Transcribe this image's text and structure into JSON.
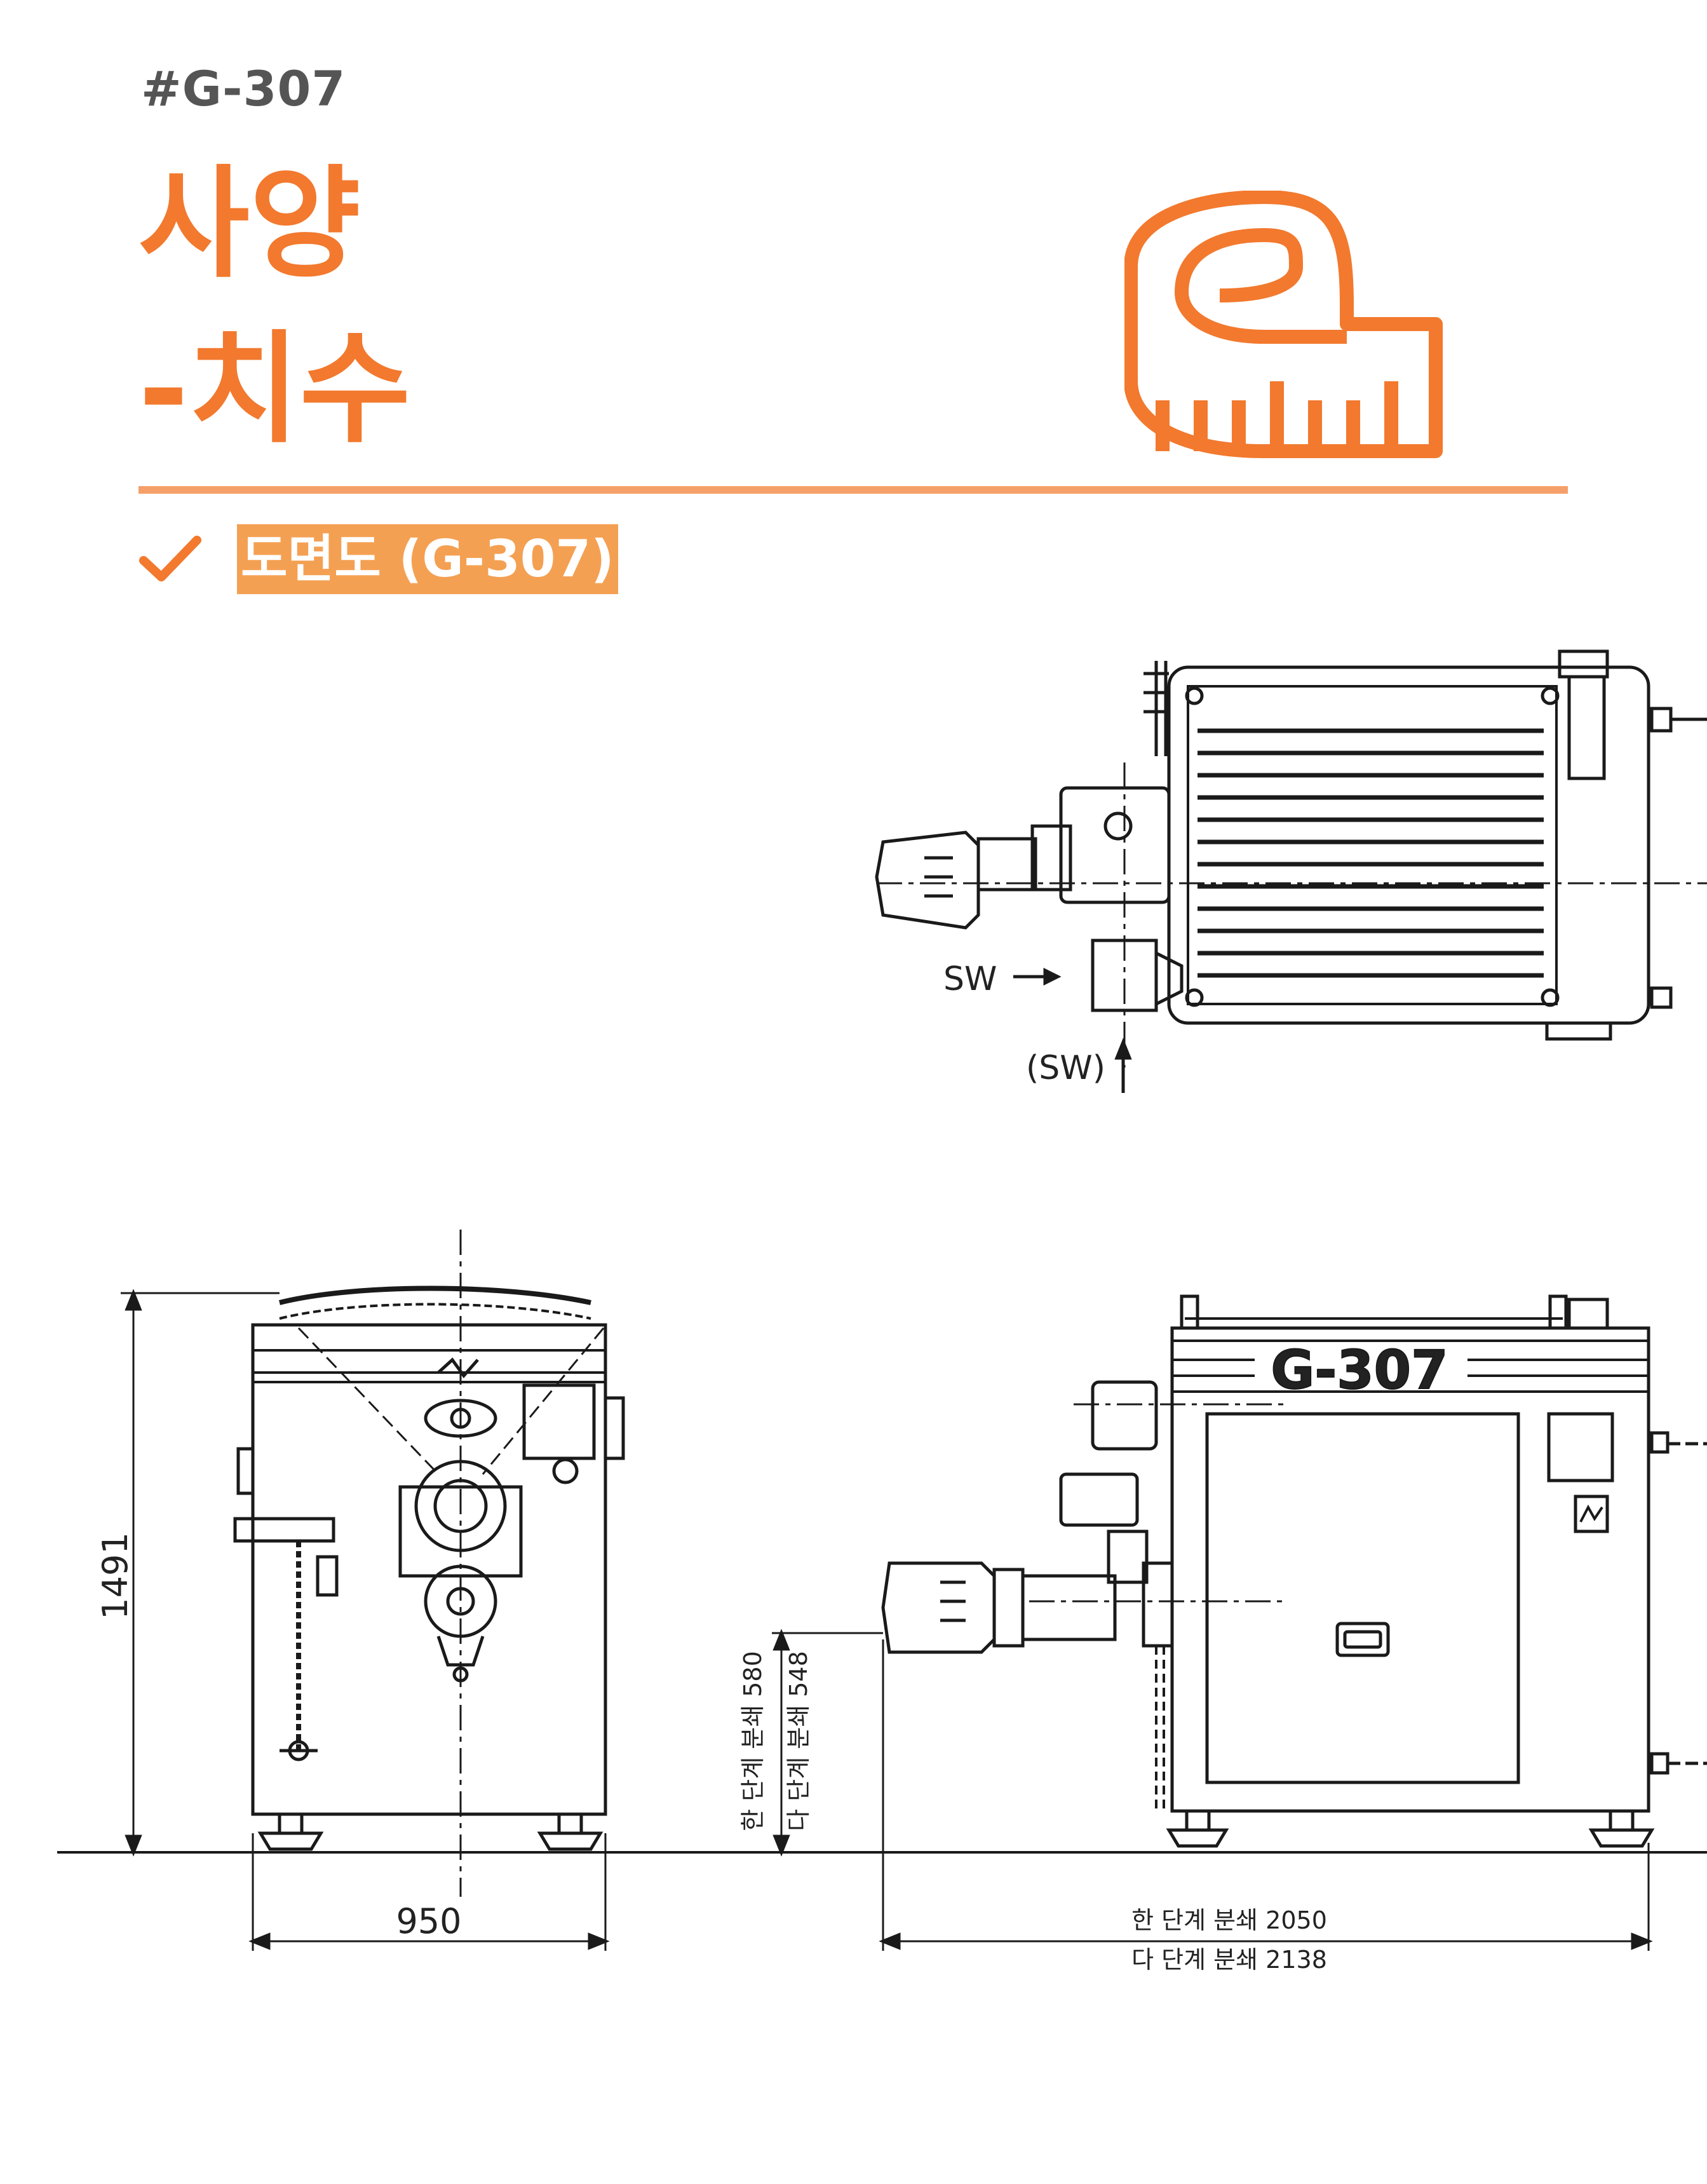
{
  "header": {
    "model_tag": "#G-307",
    "title_line1": "사양",
    "title_line2": "-치수"
  },
  "section": {
    "label": "도면도 (G-307)"
  },
  "icons": {
    "title_icon": "measuring-tape-icon",
    "section_icon": "check-icon"
  },
  "colors": {
    "accent": "#f2792e",
    "divider": "#f5a06a",
    "label_bg": "#f4a052",
    "tag_text": "#555555"
  },
  "drawing": {
    "top_view": {
      "sw_label": "SW",
      "sw_paren_label": "(SW)"
    },
    "side_view": {
      "height_dim": "1491",
      "width_dim": "950"
    },
    "front_view": {
      "nameplate": "G-307",
      "single_stage_height": "한 단계 분쇄 580",
      "multi_stage_height": "다 단계 분쇄 548",
      "single_stage_length": "한 단계 분쇄 2050",
      "multi_stage_length": "다 단계 분쇄 2138"
    }
  }
}
